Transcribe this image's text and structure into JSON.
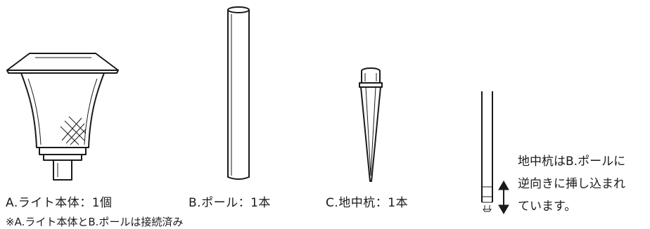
{
  "parts": [
    {
      "id": "A",
      "label": "A.ライト本体：1個"
    },
    {
      "id": "B",
      "label": "B.ポール：1本"
    },
    {
      "id": "C",
      "label": "C.地中杭：1本"
    }
  ],
  "note": "※A.ライト本体とB.ポールは接続済み",
  "info_box": {
    "lines": [
      "地中杭はB.ポールに",
      "逆向きに挿し込まれ",
      "ています。"
    ]
  },
  "colors": {
    "stroke": "#1a1a1a",
    "box_border": "#555555",
    "background": "#ffffff"
  }
}
